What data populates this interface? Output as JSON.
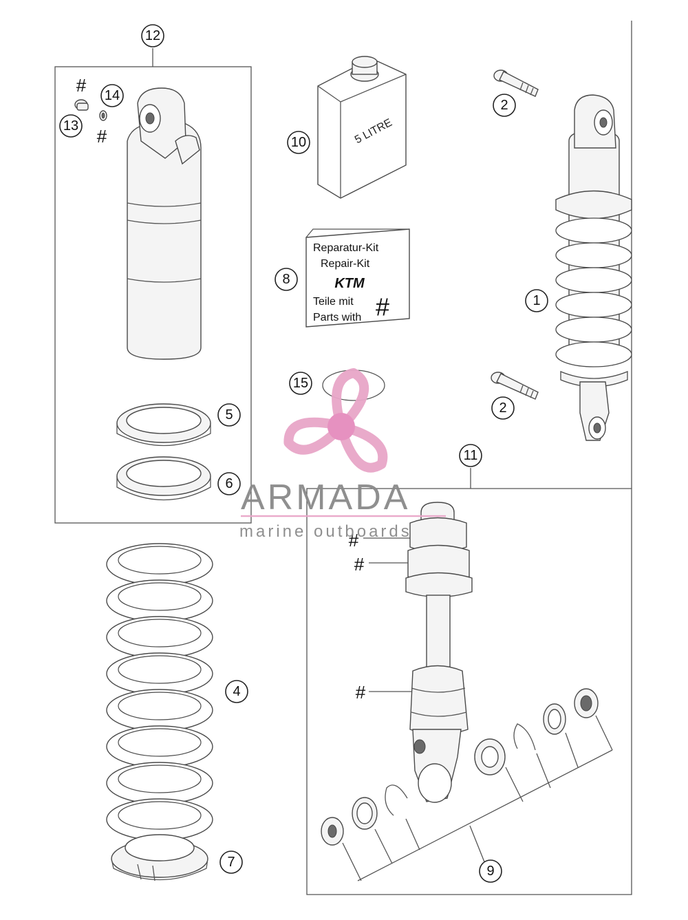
{
  "callouts": {
    "c1": "1",
    "c2a": "2",
    "c2b": "2",
    "c4": "4",
    "c5": "5",
    "c6": "6",
    "c7": "7",
    "c8": "8",
    "c9": "9",
    "c10": "10",
    "c11": "11",
    "c12": "12",
    "c13": "13",
    "c14": "14",
    "c15": "15"
  },
  "hash_marks": {
    "h1": "#",
    "h2": "#",
    "h3": "#",
    "h4": "#",
    "h5": "#"
  },
  "container_label": "5 LITRE",
  "repair_kit": {
    "line1": "Reparatur-Kit",
    "line2": "Repair-Kit",
    "logo": "KTM",
    "line3": "Teile mit",
    "line4": "Parts with",
    "hash": "#"
  },
  "watermark": {
    "brand": "ARMADA",
    "tagline": "marine outboards",
    "colors": {
      "propeller": "#e8a6c8",
      "hub": "#e58cbd",
      "line": "#e9a7c9"
    },
    "icon": "propeller-icon"
  }
}
